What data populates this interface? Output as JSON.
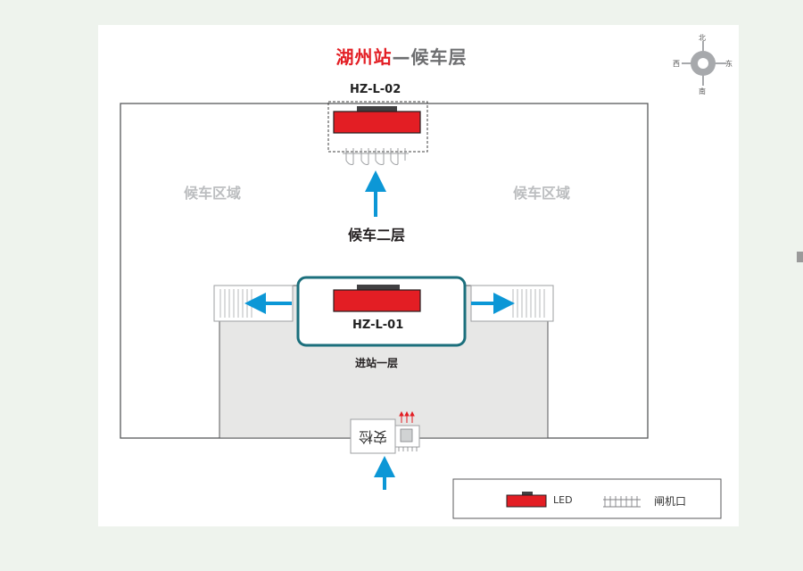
{
  "title": {
    "station": "湖州站",
    "separator": "—",
    "floor": "候车层"
  },
  "compass": {
    "north": "北",
    "south": "南",
    "east": "东",
    "west": "西"
  },
  "labels": {
    "sign_top": "HZ-L-02",
    "sign_center": "HZ-L-01",
    "waiting_area_left": "候车区域",
    "waiting_area_right": "候车区域",
    "second_floor": "候车二层",
    "entrance_first_floor": "进站一层",
    "security_check": "安检"
  },
  "legend": {
    "led": "LED",
    "gate": "闸机口"
  },
  "colors": {
    "led_red": "#e31e24",
    "arrow_blue": "#0c97d6",
    "highlight_teal": "#1b6f7c",
    "hall_gray": "#e7e7e6"
  }
}
